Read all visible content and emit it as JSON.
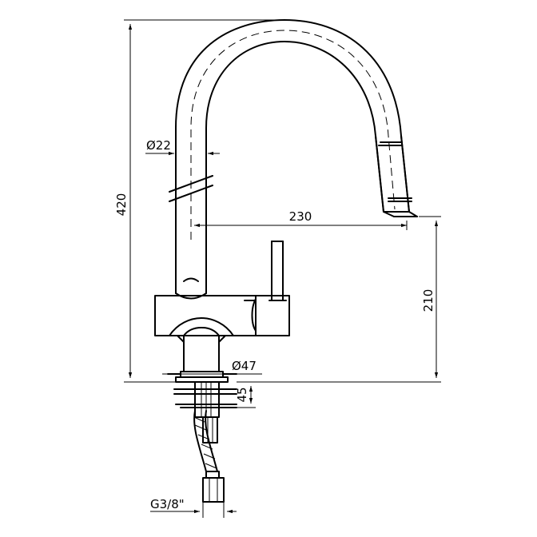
{
  "dimensions": {
    "total_height": "420",
    "spout_reach": "230",
    "spout_clearance": "210",
    "tube_diameter": "Ø22",
    "base_diameter": "Ø47",
    "mount_depth": "45",
    "hose_thread": "G3/8\""
  }
}
